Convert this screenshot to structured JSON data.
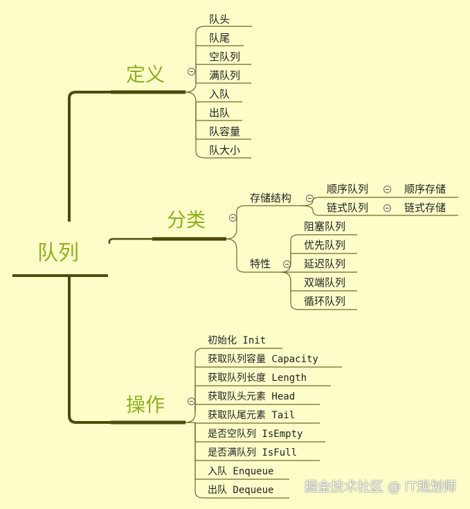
{
  "root": "队列",
  "definition": {
    "title": "定义",
    "items": [
      "队头",
      "队尾",
      "空队列",
      "满队列",
      "入队",
      "出队",
      "队容量",
      "队大小"
    ]
  },
  "classification": {
    "title": "分类",
    "storage": {
      "label": "存储结构",
      "sequential": {
        "label": "顺序队列",
        "child": "顺序存储"
      },
      "linked": {
        "label": "链式队列",
        "child": "链式存储"
      }
    },
    "features": {
      "label": "特性",
      "items": [
        "阻塞队列",
        "优先队列",
        "延迟队列",
        "双端队列",
        "循环队列"
      ]
    }
  },
  "operations": {
    "title": "操作",
    "items": [
      "初始化 Init",
      "获取队列容量 Capacity",
      "获取队列长度 Length",
      "获取队头元素 Head",
      "获取队尾元素 Tail",
      "是否空队列 IsEmpty",
      "是否满队列 IsFull",
      "入队 Enqueue",
      "出队 Dequeue"
    ]
  },
  "watermark": "掘金技术社区 @ IT规划师",
  "colors": {
    "background": "#fdfdca",
    "branch_text": "#8eb021",
    "trunk": "#4d4a0a",
    "lines": "#6f6a28"
  }
}
